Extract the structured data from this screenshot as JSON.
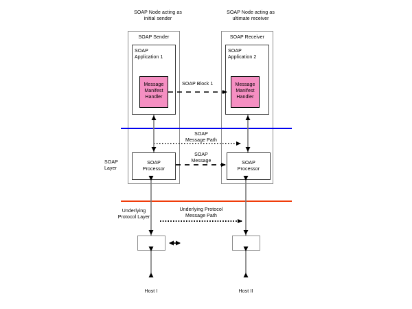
{
  "diagram": {
    "title_labels": {
      "left_node_caption": "SOAP Node acting as\ninitial sender",
      "right_node_caption": "SOAP Node acting as\nultimate receiver"
    },
    "left_node": {
      "name": "SOAP Sender",
      "application": "SOAP\nApplication 1",
      "handler": "Message\nManifest\nHandler",
      "processor": "SOAP\nProcessor",
      "host": "Host I"
    },
    "right_node": {
      "name": "SOAP Receiver",
      "application": "SOAP\nApplication 2",
      "handler": "Message\nManifest\nHandler",
      "processor": "SOAP\nProcessor",
      "host": "Host II"
    },
    "layer_labels": {
      "soap_layer": "SOAP\nLayer",
      "underlying_protocol_layer": "Underlying\nProtocol Layer"
    },
    "flow_labels": {
      "soap_block": "SOAP Block 1",
      "soap_message_path": "SOAP\nMessage Path",
      "soap_message": "SOAP\nMessage",
      "underlying_protocol_message_path": "Underlying Protocol\nMessage Path"
    },
    "colors": {
      "handler_fill": "#f58fc2",
      "soap_layer_line": "#0000f0",
      "underlying_protocol_line": "#f03c0a",
      "node_border": "#8a8a8a",
      "inner_border": "#3a3a3a",
      "arrow": "#000000",
      "connector": "#7a7a7a"
    }
  }
}
